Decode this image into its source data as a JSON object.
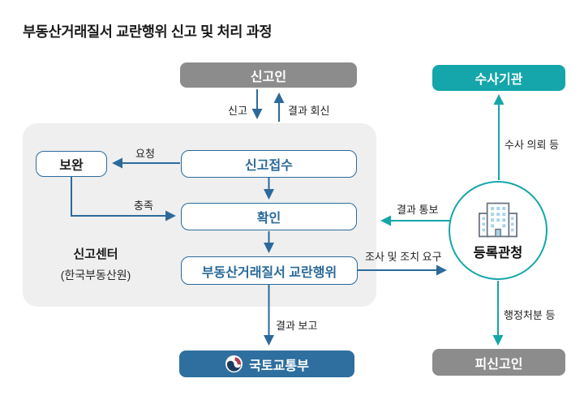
{
  "title": "부동산거래질서 교란행위 신고 및 처리 과정",
  "colors": {
    "accent_blue": "#2b6a9b",
    "box_text_blue": "#2a6a99",
    "teal": "#14a6aa",
    "gray_box": "#8c8c8c",
    "molit_blue": "#2e6f9f",
    "panel": "#efeff0",
    "text_dark": "#1f1f1f"
  },
  "nodes": {
    "reporter": "신고인",
    "investigation_agency": "수사기관",
    "supplement": "보완",
    "receipt": "신고접수",
    "confirm": "확인",
    "violation": "부동산거래질서 교란행위",
    "center_name": "신고센터",
    "center_sub": "(한국부동산원)",
    "registry": "등록관청",
    "molit": "국토교통부",
    "reported_person": "피신고인"
  },
  "edges": {
    "report": "신고",
    "result_reply": "결과 회신",
    "request": "요청",
    "satisfy": "충족",
    "result_notice": "결과 통보",
    "investigation_request": "조사 및 조치 요구",
    "result_report": "결과 보고",
    "probe_request": "수사 의뢰 등",
    "admin_action": "행정처분 등"
  },
  "icons": {
    "registry_building": "building-icon",
    "molit_emblem": "korea-government-emblem-icon"
  }
}
